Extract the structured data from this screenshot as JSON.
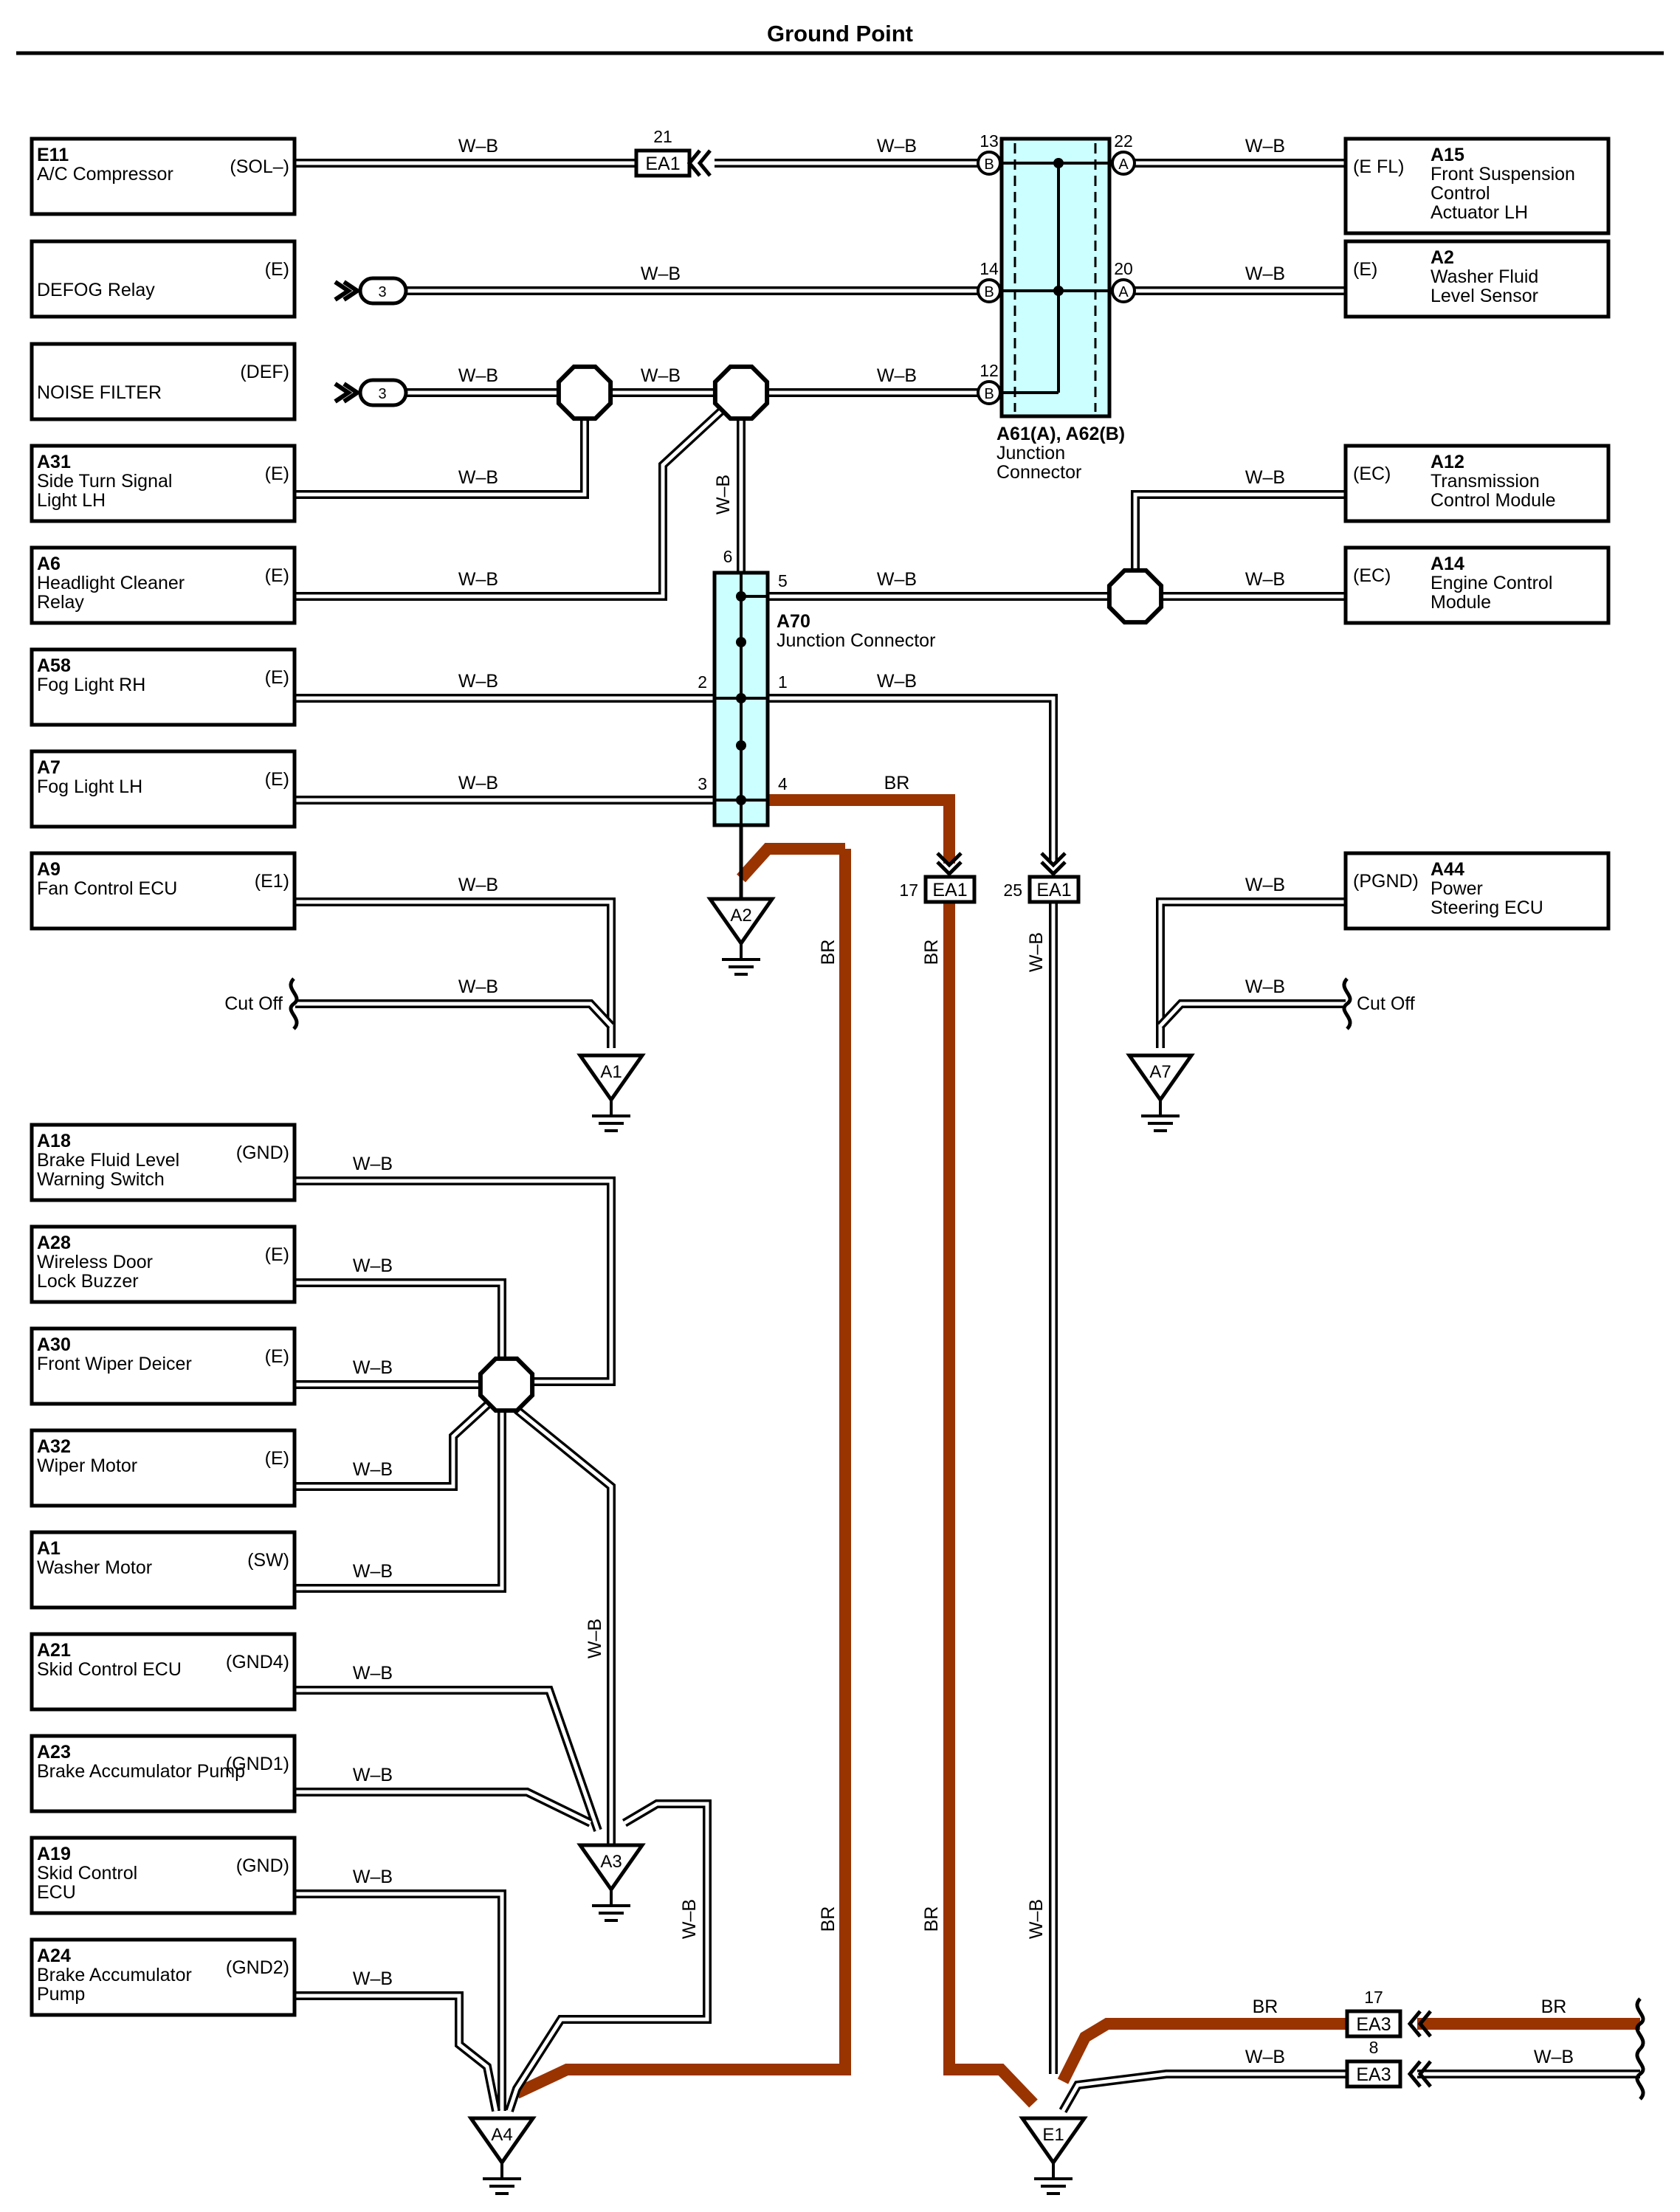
{
  "title": "Ground Point",
  "components": [
    {
      "id": "E11",
      "name": [
        "A/C Compressor"
      ],
      "terminal": "(SOL–)"
    },
    {
      "id": "",
      "name": [
        "DEFOG Relay"
      ],
      "terminal": "(E)"
    },
    {
      "id": "",
      "name": [
        "NOISE FILTER"
      ],
      "terminal": "(DEF)"
    },
    {
      "id": "A31",
      "name": [
        "Side Turn Signal",
        "Light LH"
      ],
      "terminal": "(E)"
    },
    {
      "id": "A6",
      "name": [
        "Headlight Cleaner",
        "Relay"
      ],
      "terminal": "(E)"
    },
    {
      "id": "A58",
      "name": [
        "Fog Light RH"
      ],
      "terminal": "(E)"
    },
    {
      "id": "A7",
      "name": [
        "Fog Light LH"
      ],
      "terminal": "(E)"
    },
    {
      "id": "A9",
      "name": [
        "Fan Control ECU"
      ],
      "terminal": "(E1)"
    },
    {
      "id": "A18",
      "name": [
        "Brake Fluid Level",
        "Warning Switch"
      ],
      "terminal": "(GND)"
    },
    {
      "id": "A28",
      "name": [
        "Wireless Door",
        "Lock Buzzer"
      ],
      "terminal": "(E)"
    },
    {
      "id": "A30",
      "name": [
        "Front Wiper Deicer"
      ],
      "terminal": "(E)"
    },
    {
      "id": "A32",
      "name": [
        "Wiper Motor"
      ],
      "terminal": "(E)"
    },
    {
      "id": "A1",
      "name": [
        "Washer Motor"
      ],
      "terminal": "(SW)"
    },
    {
      "id": "A21",
      "name": [
        "Skid Control ECU"
      ],
      "terminal": "(GND4)"
    },
    {
      "id": "A23",
      "name": [
        "Brake Accumulator Pump"
      ],
      "terminal": "(GND1)"
    },
    {
      "id": "A19",
      "name": [
        "Skid Control",
        "ECU"
      ],
      "terminal": "(GND)"
    },
    {
      "id": "A24",
      "name": [
        "Brake Accumulator",
        "Pump"
      ],
      "terminal": "(GND2)"
    },
    {
      "id": "A15",
      "name": [
        "Front Suspension",
        "Control",
        "Actuator LH"
      ],
      "terminal": "(E FL)"
    },
    {
      "id": "A2",
      "name": [
        "Washer Fluid",
        "Level Sensor"
      ],
      "terminal": "(E)"
    },
    {
      "id": "A12",
      "name": [
        "Transmission",
        "Control Module"
      ],
      "terminal": "(EC)"
    },
    {
      "id": "A14",
      "name": [
        "Engine Control",
        "Module"
      ],
      "terminal": "(EC)"
    },
    {
      "id": "A44",
      "name": [
        "Power",
        "Steering ECU"
      ],
      "terminal": "(PGND)"
    }
  ],
  "junction_connectors": [
    {
      "id": "A61(A), A62(B)",
      "name": [
        "Junction",
        "Connector"
      ],
      "pins": [
        "13",
        "14",
        "12",
        "22",
        "20"
      ],
      "circle_labels": [
        "B",
        "A"
      ]
    },
    {
      "id": "A70",
      "name": [
        "Junction Connector"
      ],
      "pins": [
        "6",
        "5",
        "2",
        "1",
        "3",
        "4"
      ]
    }
  ],
  "connectors": [
    {
      "label": "EA1",
      "pins": [
        "21",
        "17",
        "25"
      ]
    },
    {
      "label": "EA3",
      "pins": [
        "17",
        "8"
      ]
    }
  ],
  "inline_connector_pin": "3",
  "ground_points": [
    "A2",
    "A1",
    "A7",
    "A3",
    "A4",
    "E1"
  ],
  "wire_colors": {
    "W-B": "W–B",
    "BR": "BR"
  },
  "cut_off_label": "Cut Off",
  "colors": {
    "wire_br": "#993300",
    "junction_fill": "#ccffff",
    "line": "#000000"
  }
}
